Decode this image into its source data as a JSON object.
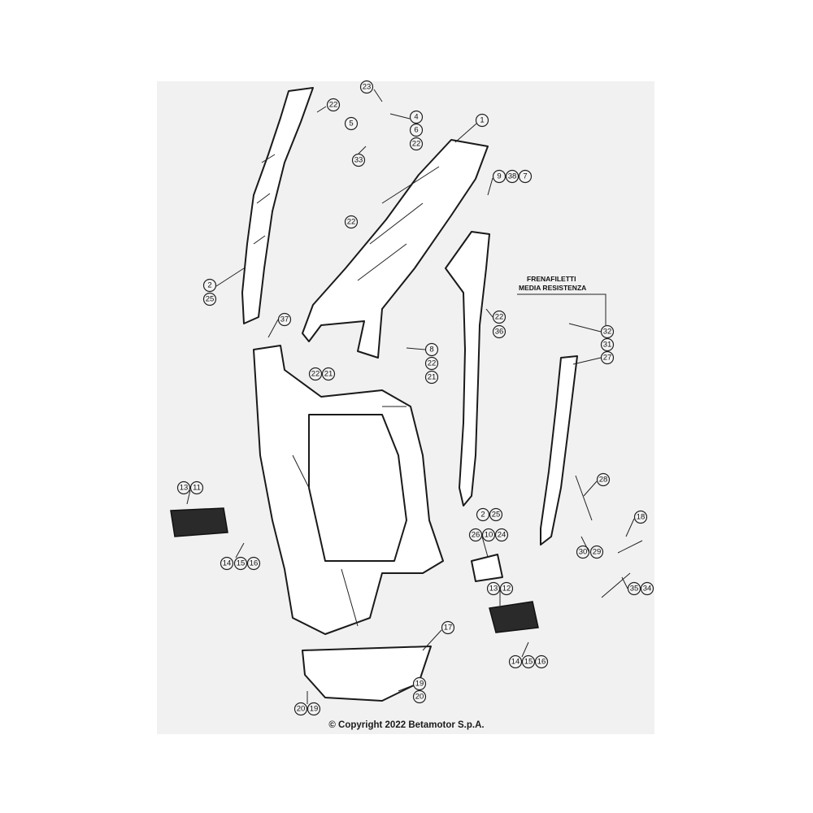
{
  "note": {
    "line1": "FRENAFILETTI",
    "line2": "MEDIA RESISTENZA"
  },
  "copyright": "© Copyright 2022 Betamotor S.p.A.",
  "callouts": [
    "1",
    "2",
    "25",
    "22",
    "23",
    "4",
    "5",
    "6",
    "33",
    "9",
    "38",
    "7",
    "37",
    "8",
    "21",
    "36",
    "32",
    "31",
    "27",
    "28",
    "18",
    "29",
    "30",
    "34",
    "35",
    "13",
    "11",
    "14",
    "15",
    "16",
    "26",
    "10",
    "24",
    "12",
    "17",
    "19",
    "20"
  ]
}
